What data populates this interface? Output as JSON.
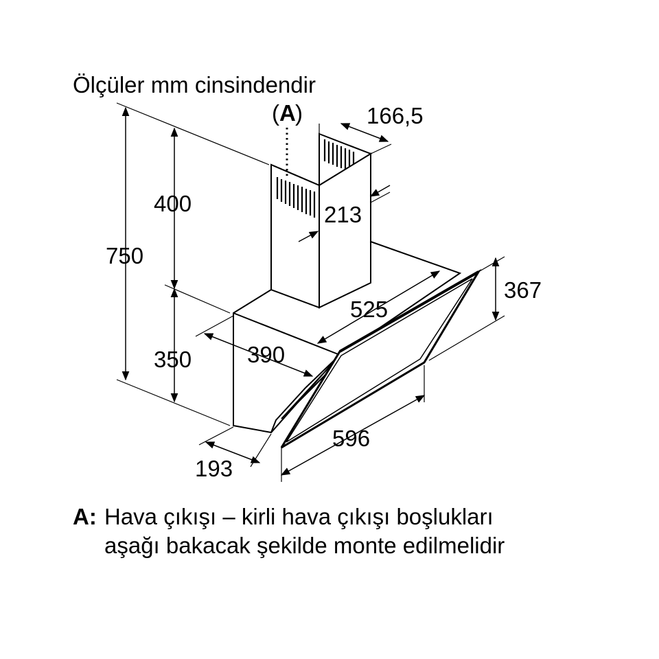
{
  "title": "Ölçüler mm cinsindendir",
  "outlet_marker": {
    "open": "(",
    "letter": "A",
    "close": ")"
  },
  "dimensions": {
    "chimney_width": "166,5",
    "chimney_depth": "213",
    "chimney_height": "400",
    "total_height": "750",
    "body_height": "350",
    "glass_height": "367",
    "glass_depth": "525",
    "body_depth": "390",
    "body_width": "596",
    "lower_depth": "193"
  },
  "legend": {
    "key": "A:",
    "line1": "Hava çıkışı – kirli hava çıkışı boşlukları",
    "line2": "aşağı bakacak şekilde monte edilmelidir"
  },
  "colors": {
    "line": "#000000",
    "background": "#ffffff"
  }
}
